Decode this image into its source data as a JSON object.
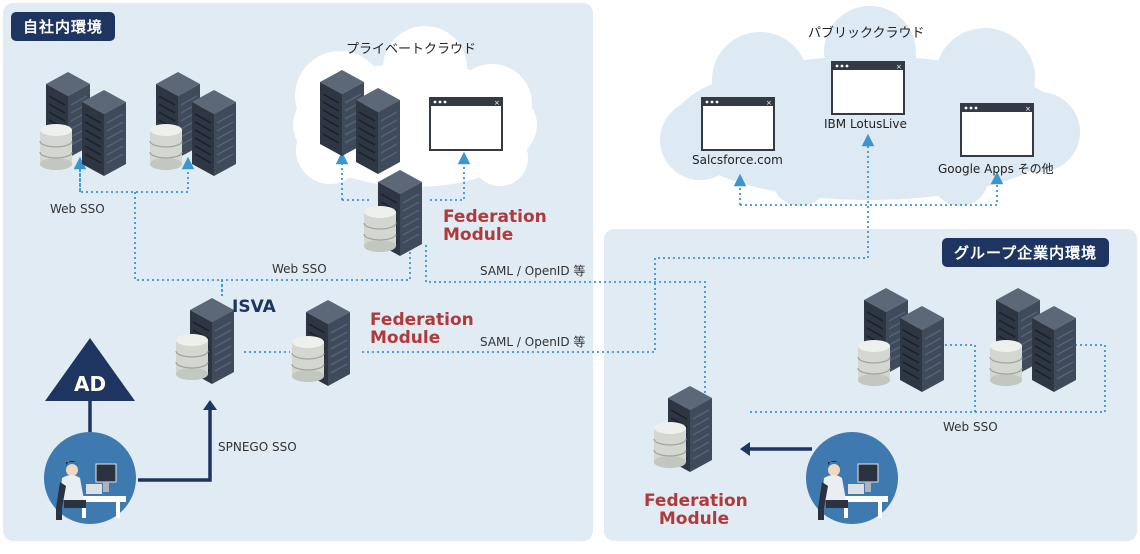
{
  "regions": {
    "internal": "自社内環境",
    "group": "グループ企業内環境",
    "private_cloud": "プライベートクラウド",
    "public_cloud": "パブリッククラウド"
  },
  "labels": {
    "web_sso_left": "Web SSO",
    "web_sso_mid": "Web SSO",
    "web_sso_right": "Web SSO",
    "saml_upper": "SAML / OpenID 等",
    "saml_lower": "SAML / OpenID 等",
    "spnego": "SPNEGO SSO",
    "isva": "ISVA",
    "ad": "AD",
    "federation_private": "Federation Module",
    "federation_internal": "Federation Module",
    "federation_group": "Federation Module"
  },
  "cloud_apps": {
    "salesforce": "Salcsforce.com",
    "lotuslive": "IBM LotusLive",
    "google": "Google Apps その他"
  },
  "colors": {
    "region_bg": "#e0ebf4",
    "cloud_bg": "#dde9f3",
    "badge_bg": "#1d3560",
    "dotted_line": "#3b95cf",
    "federation_text": "#b03a3a",
    "arrow_dark": "#1d3560"
  }
}
